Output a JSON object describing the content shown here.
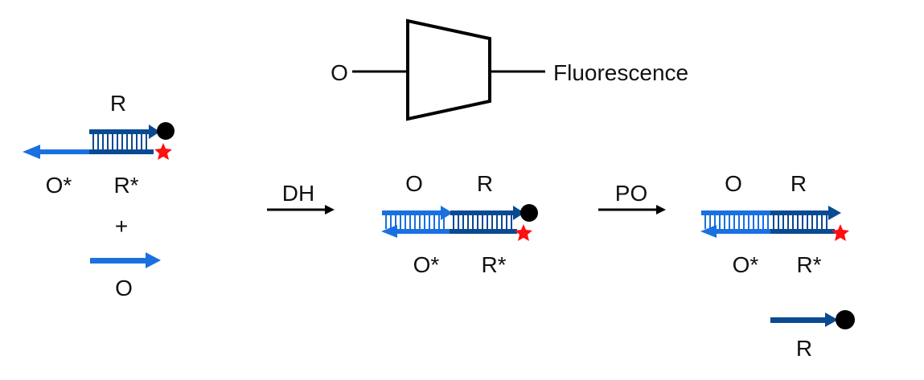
{
  "colors": {
    "light_strand": "#1a70e0",
    "dark_strand": "#0a4a92",
    "quencher": "#000000",
    "fluorophore": "#ff1010",
    "line": "#000000"
  },
  "gate": {
    "input_label": "O",
    "output_label": "Fluorescence"
  },
  "reactant": {
    "reporter_label": "R",
    "left_bottom_label": "O*",
    "right_bottom_label": "R*",
    "plus": "+",
    "input_label": "O"
  },
  "step1": {
    "label": "DH"
  },
  "intermediate": {
    "top_left": "O",
    "top_right": "R",
    "bottom_left": "O*",
    "bottom_right": "R*"
  },
  "step2": {
    "label": "PO"
  },
  "product": {
    "top_left": "O",
    "top_right": "R",
    "bottom_left": "O*",
    "bottom_right": "R*",
    "released_label": "R"
  }
}
